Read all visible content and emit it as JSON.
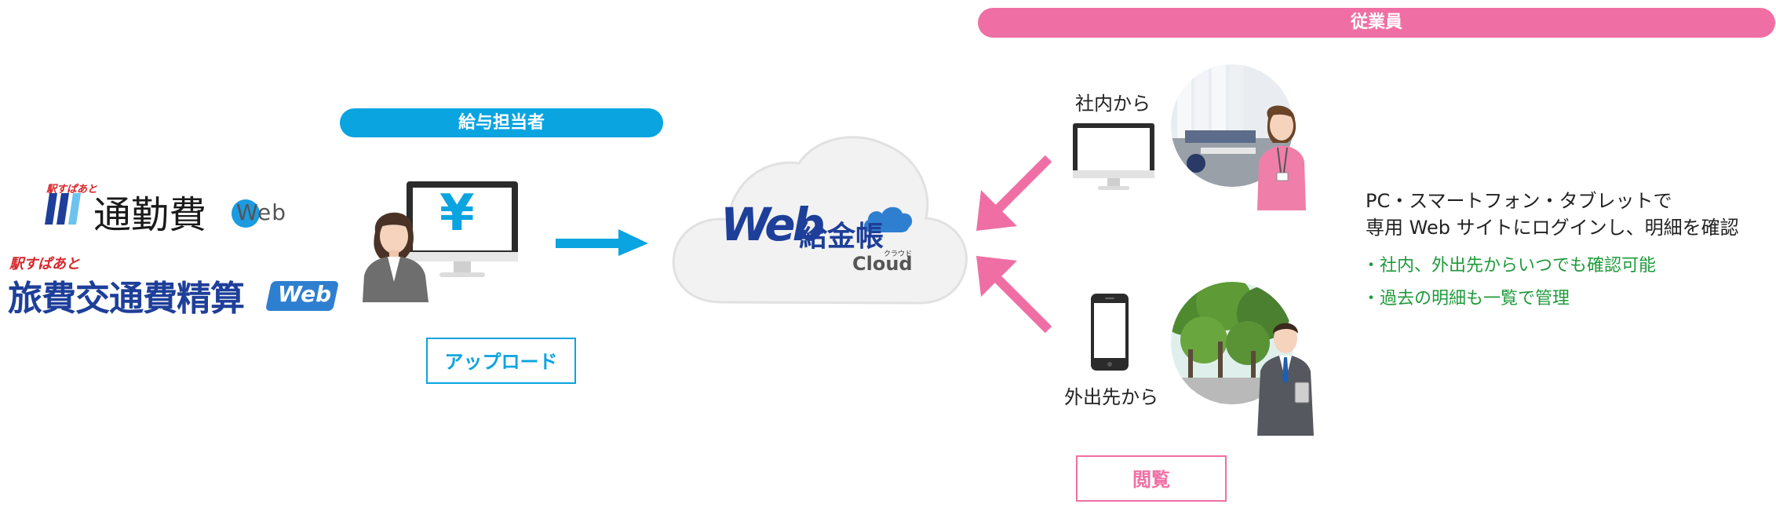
{
  "colors": {
    "blue": "#0aa4e0",
    "pink": "#ef6fa4",
    "green": "#1f9a3a",
    "navy": "#1e3f99"
  },
  "employee_header": "従業員",
  "payroll_header": "給与担当者",
  "upload_label": "アップロード",
  "view_label": "閲覧",
  "logo_tsukin": {
    "small": "駅すぱあと",
    "main": "通勤費",
    "suffix": "Web"
  },
  "logo_ryohi": {
    "small": "駅すぱあと",
    "main": "旅費交通費精算",
    "badge": "Web"
  },
  "center_logo": {
    "web": "Web",
    "name": "給金帳",
    "ruby": "クラウド",
    "cloud": "Cloud"
  },
  "currency_symbol": "¥",
  "from_office": "社内から",
  "from_outside": "外出先から",
  "description_line1": "PC・スマートフォン・タブレットで",
  "description_line2": "専用 Web サイトにログインし、明細を確認",
  "benefits": [
    "・社内、外出先からいつでも確認可能",
    "・過去の明細も一覧で管理"
  ]
}
